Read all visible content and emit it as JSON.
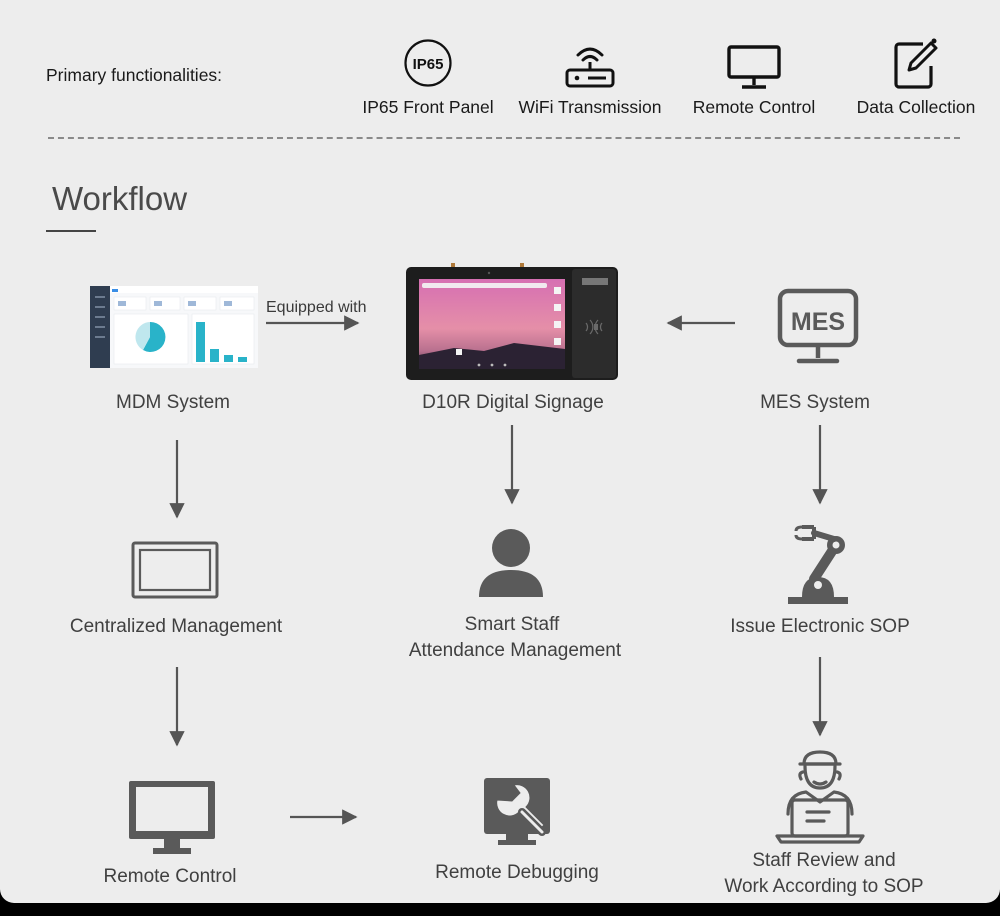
{
  "header": {
    "primary_label": "Primary functionalities:",
    "features": [
      {
        "label": "IP65 Front Panel",
        "icon": "ip65-icon",
        "icon_text": "IP65"
      },
      {
        "label": "WiFi Transmission",
        "icon": "router-icon"
      },
      {
        "label": "Remote Control",
        "icon": "monitor-icon"
      },
      {
        "label": "Data Collection",
        "icon": "edit-document-icon"
      }
    ]
  },
  "workflow": {
    "title": "Workflow",
    "edge_label": "Equipped with",
    "nodes": {
      "mdm": "MDM System",
      "d10r": "D10R Digital Signage",
      "mes": "MES System",
      "mes_icon_text": "MES",
      "centralized": "Centralized Management",
      "staff_line1": "Smart Staff",
      "staff_line2": "Attendance Management",
      "sop": "Issue Electronic SOP",
      "remote_control": "Remote Control",
      "remote_debugging": "Remote Debugging",
      "review_line1": "Staff Review and",
      "review_line2": "Work According to SOP"
    }
  },
  "colors": {
    "background": "#ededed",
    "icon_gray": "#5a5a5a",
    "text": "#404040",
    "arrow": "#555555"
  }
}
